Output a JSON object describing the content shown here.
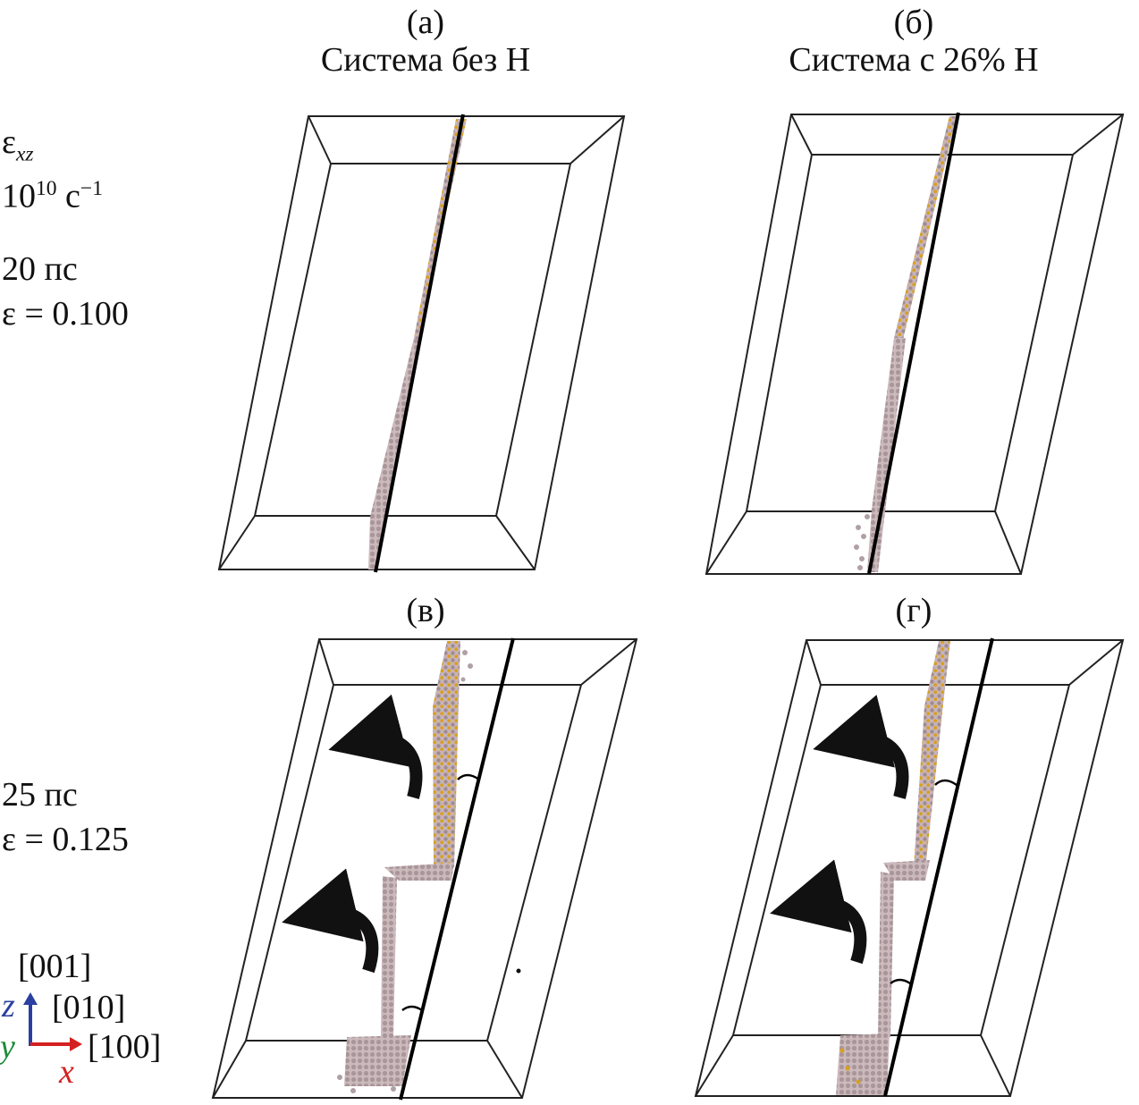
{
  "columns": {
    "a": {
      "letter": "(а)",
      "title": "Система без H"
    },
    "b": {
      "letter": "(б)",
      "title": "Система с 26% H"
    }
  },
  "panels": {
    "c": {
      "letter": "(в)"
    },
    "d": {
      "letter": "(г)"
    }
  },
  "left_labels": {
    "strain_symbol": "ε",
    "strain_sub": "xz",
    "rate_base": "10",
    "rate_exp": "10",
    "rate_unit": "с",
    "rate_unit_exp": "−1",
    "row1_time": "20 пс",
    "row1_strain": "ε = 0.100",
    "row2_time": "25 пс",
    "row2_strain": "ε = 0.125"
  },
  "axes": {
    "z_dir": "[001]",
    "y_dir": "[010]",
    "x_dir": "[100]",
    "z": "z",
    "y": "y",
    "x": "x",
    "colors": {
      "z": "#2a3fa0",
      "y": "#1f8a3a",
      "x": "#d42020"
    }
  },
  "colors": {
    "atoms": "#b8a4a8",
    "atoms_dark": "#8e7c80",
    "hydrogen": "#d8a020",
    "frame": "#222222",
    "line": "#000000"
  }
}
